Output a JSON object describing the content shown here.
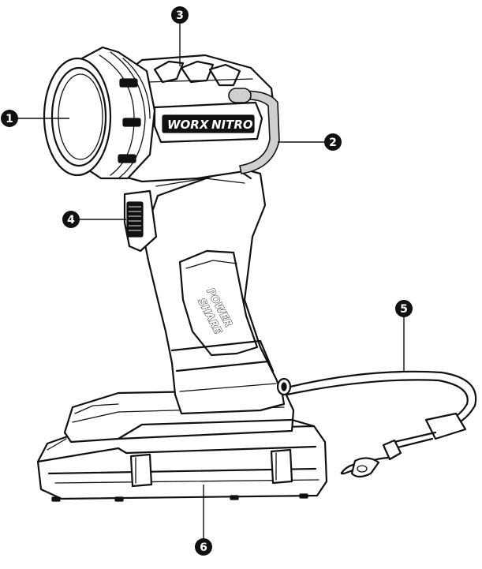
{
  "brand": {
    "name_left": "WORX",
    "name_right": "NITRO"
  },
  "body_label": {
    "line1": "POWER",
    "line2": "SHARE"
  },
  "callouts": [
    {
      "id": "1",
      "label": "1"
    },
    {
      "id": "2",
      "label": "2"
    },
    {
      "id": "3",
      "label": "3"
    },
    {
      "id": "4",
      "label": "4"
    },
    {
      "id": "5",
      "label": "5"
    },
    {
      "id": "6",
      "label": "6"
    }
  ]
}
